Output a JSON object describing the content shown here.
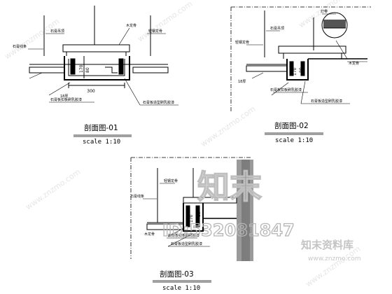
{
  "sections": [
    {
      "title": "剖面图-01",
      "scale": "scale 1:10",
      "dims": {
        "bottom": "300",
        "left_v": "170",
        "right_v": "80"
      },
      "labels": [
        "石膏吊顶",
        "石膏线条",
        "轻钢龙骨",
        "木龙骨",
        "18厚",
        "石膏板扣板刷乳胶漆",
        "石膏板造型刷乳胶漆"
      ]
    },
    {
      "title": "剖面图-02",
      "scale": "scale 1:10",
      "dims": {
        "left_v": "170",
        "right_v": "80"
      },
      "labels": [
        "石膏吊顶",
        "轻钢龙骨",
        "木龙骨",
        "18厚",
        "石膏板扣板刷乳胶漆",
        "石膏板造型刷乳胶漆",
        "灯带"
      ]
    },
    {
      "title": "剖面图-03",
      "scale": "scale 1:10",
      "dims": {
        "left_v": "170",
        "right_v": "80"
      },
      "labels": [
        "石膏线条",
        "轻钢龙骨",
        "木龙骨",
        "石膏板扣板刷乳胶漆",
        "石膏板造型刷乳胶漆"
      ]
    }
  ],
  "watermark": {
    "big": "知末",
    "id": "ID:532081847",
    "brand": "知末资料库",
    "url": "www.znzmo.com",
    "diag": "www.znzmo.com"
  }
}
